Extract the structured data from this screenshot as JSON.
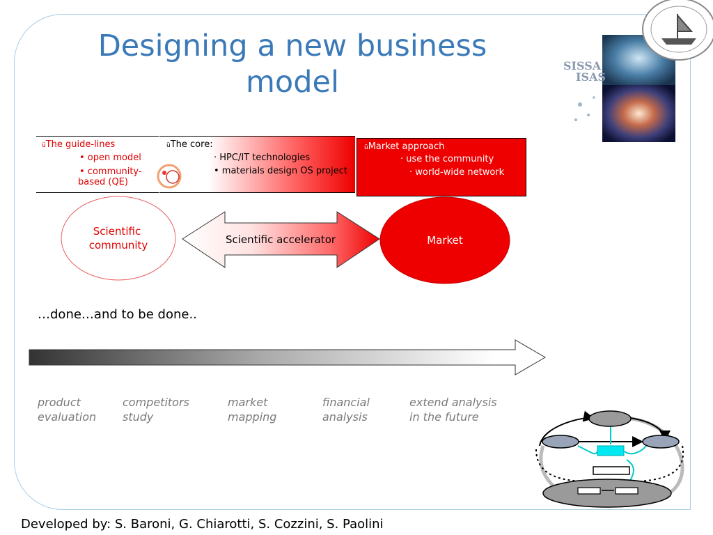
{
  "title": "Designing a new business model",
  "logo": {
    "name": "sissa-isas-logo",
    "text_line1": "SISSA",
    "text_line2": "ISAS"
  },
  "boxes": {
    "guidelines": {
      "marker": "ü",
      "heading": "The guide-lines",
      "bullet1": "• open model",
      "bullet2a": "• community-",
      "bullet2b": "based (QE)"
    },
    "core": {
      "marker": "ü",
      "heading": "The core:",
      "bullet1": "· HPC/IT technologies",
      "bullet2": "• materials design OS project"
    },
    "market_approach": {
      "marker": "ü",
      "heading": "Market approach",
      "bullet1": "· use the community",
      "bullet2": "· world-wide network"
    }
  },
  "flow": {
    "scientific_community_line1": "Scientific",
    "scientific_community_line2": "community",
    "accelerator": "Scientific accelerator",
    "market": "Market"
  },
  "progress_text": "…done…and to be done..",
  "phases": [
    {
      "line1": "product",
      "line2": "evaluation"
    },
    {
      "line1": "competitors",
      "line2": "study"
    },
    {
      "line1": "market",
      "line2": "mapping"
    },
    {
      "line1": "financial",
      "line2": "analysis"
    },
    {
      "line1": "extend analysis",
      "line2": "in the future"
    }
  ],
  "credits": "Developed by: S. Baroni, G. Chiarotti, S. Cozzini, S. Paolini",
  "colors": {
    "title": "#3b7ab8",
    "accent_red": "#ee0000",
    "frame": "#a9cfe8",
    "phase_text": "#7a7a7a"
  }
}
